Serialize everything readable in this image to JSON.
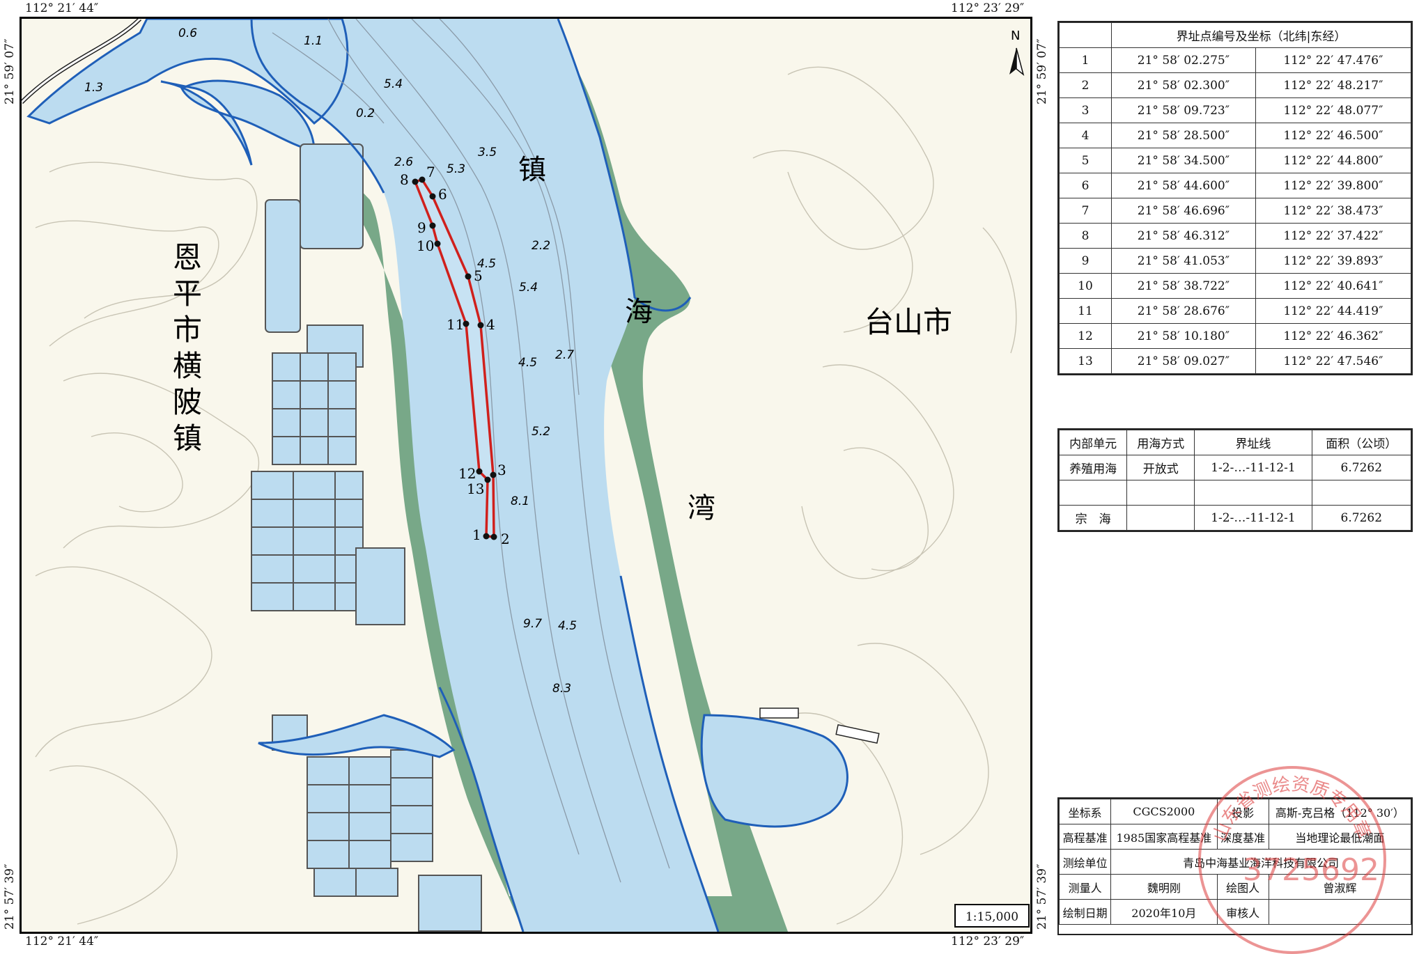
{
  "coords": {
    "top_left": "112° 21′ 44″",
    "top_right": "112° 23′ 29″",
    "bottom_left": "112° 21′ 44″",
    "bottom_right": "112° 23′ 29″",
    "left_top": "21° 59′ 07″",
    "left_bottom": "21° 57′ 39″",
    "right_top": "21° 59′ 07″",
    "right_bottom": "21° 57′ 39″"
  },
  "north_label": "N",
  "place_labels": {
    "enping": "恩平市横陂镇",
    "taishan": "台山市",
    "zhen": "镇",
    "hai": "海",
    "wan": "湾"
  },
  "depths": [
    "0.6",
    "1.1",
    "1.3",
    "5.4",
    "0.2",
    "2.6",
    "5.3",
    "3.5",
    "4.5",
    "2.2",
    "5.4",
    "4.5",
    "2.7",
    "5.2",
    "8.1",
    "9.7",
    "4.5",
    "8.3"
  ],
  "points": [
    "1",
    "2",
    "3",
    "4",
    "5",
    "6",
    "7",
    "8",
    "9",
    "10",
    "11",
    "12",
    "13"
  ],
  "coord_table": {
    "header": "界址点编号及坐标（北纬|东经）",
    "rows": [
      [
        "1",
        "21° 58′ 02.275″",
        "112° 22′ 47.476″"
      ],
      [
        "2",
        "21° 58′ 02.300″",
        "112° 22′ 48.217″"
      ],
      [
        "3",
        "21° 58′ 09.723″",
        "112° 22′ 48.077″"
      ],
      [
        "4",
        "21° 58′ 28.500″",
        "112° 22′ 46.500″"
      ],
      [
        "5",
        "21° 58′ 34.500″",
        "112° 22′ 44.800″"
      ],
      [
        "6",
        "21° 58′ 44.600″",
        "112° 22′ 39.800″"
      ],
      [
        "7",
        "21° 58′ 46.696″",
        "112° 22′ 38.473″"
      ],
      [
        "8",
        "21° 58′ 46.312″",
        "112° 22′ 37.422″"
      ],
      [
        "9",
        "21° 58′ 41.053″",
        "112° 22′ 39.893″"
      ],
      [
        "10",
        "21° 58′ 38.722″",
        "112° 22′ 40.641″"
      ],
      [
        "11",
        "21° 58′ 28.676″",
        "112° 22′ 44.419″"
      ],
      [
        "12",
        "21° 58′ 10.180″",
        "112° 22′ 46.362″"
      ],
      [
        "13",
        "21° 58′ 09.027″",
        "112° 22′ 47.546″"
      ]
    ]
  },
  "unit_table": {
    "headers": [
      "内部单元",
      "用海方式",
      "界址线",
      "面积（公顷）"
    ],
    "rows": [
      [
        "养殖用海",
        "开放式",
        "1-2-…-11-12-1",
        "6.7262"
      ],
      [
        "",
        "",
        "",
        ""
      ],
      [
        "宗　海",
        "",
        "1-2-…-11-12-1",
        "6.7262"
      ]
    ]
  },
  "info_table": {
    "r1": [
      "坐标系",
      "CGCS2000",
      "投影",
      "高斯-克吕格（112° 30′）"
    ],
    "r2": [
      "高程基准",
      "1985国家高程基准",
      "深度基准",
      "当地理论最低潮面"
    ],
    "r3": [
      "测绘单位",
      "青岛中海基业海洋科技有限公司"
    ],
    "r4": [
      "测量人",
      "魏明刚",
      "绘图人",
      "曾淑辉"
    ],
    "r5": [
      "绘制日期",
      "2020年10月",
      "审核人",
      ""
    ]
  },
  "scale": "1:15,000",
  "stamp_text": "山东省测绘资质专用章",
  "stamp_number": "3725692",
  "colors": {
    "water": "#bcdcf0",
    "land": "#78a888",
    "coast": "#1f5fb8",
    "boundary": "#d0201c"
  }
}
